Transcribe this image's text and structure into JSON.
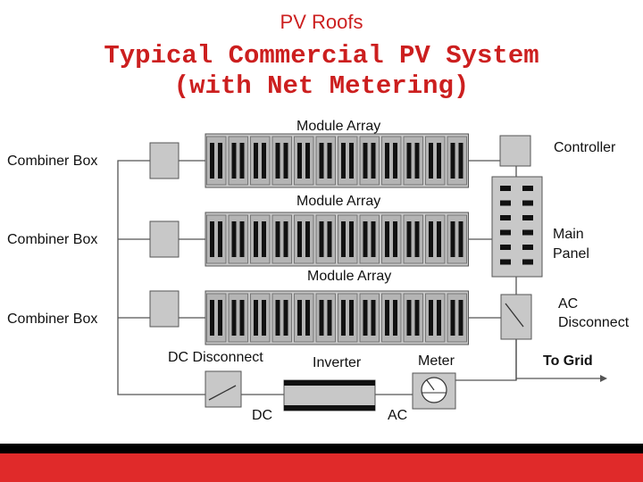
{
  "header": {
    "supertitle": "PV Roofs",
    "title_line1": "Typical Commercial PV System",
    "title_line2": "(with Net Metering)"
  },
  "labels": {
    "module_array": "Module Array",
    "combiner_box": "Combiner Box",
    "controller": "Controller",
    "main_panel_line1": "Main",
    "main_panel_line2": "Panel",
    "ac_disconnect_line1": "AC",
    "ac_disconnect_line2": "Disconnect",
    "dc_disconnect": "DC Disconnect",
    "inverter": "Inverter",
    "meter": "Meter",
    "to_grid": "To Grid",
    "dc": "DC",
    "ac": "AC"
  },
  "colors": {
    "accent": "#cc1f1f",
    "component_fill": "#c8c8c8",
    "line": "#555555",
    "footer_red": "#e02a2a"
  }
}
